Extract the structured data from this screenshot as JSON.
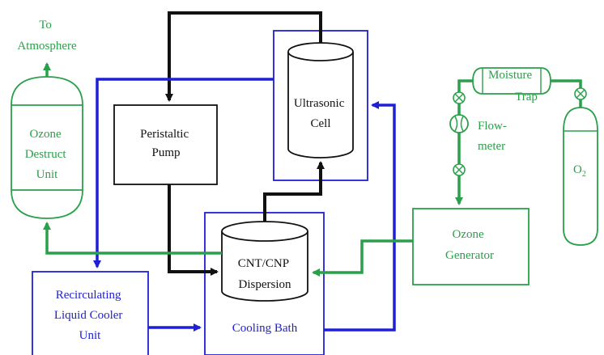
{
  "colors": {
    "black_flow": "#111111",
    "blue_flow": "#1f1fd6",
    "green_flow": "#2aa04a",
    "background": "#ffffff"
  },
  "labels": {
    "to_atmosphere": [
      "To",
      "Atmosphere"
    ],
    "ozone_destruct": [
      "Ozone",
      "Destruct",
      "Unit"
    ],
    "peristaltic_pump": [
      "Peristaltic",
      "Pump"
    ],
    "ultrasonic_cell": [
      "Ultrasonic",
      "Cell"
    ],
    "cnt_dispersion": [
      "CNT/CNP",
      "Dispersion"
    ],
    "cooling_bath": "Cooling Bath",
    "recirculating_cooler": [
      "Recirculating",
      "Liquid Cooler",
      "Unit"
    ],
    "ozone_generator": [
      "Ozone",
      "Generator"
    ],
    "moisture_trap": [
      "Moisture",
      "Trap"
    ],
    "flow_meter": [
      "Flow-",
      "meter"
    ],
    "oxygen": "O",
    "oxygen_subscript": "2"
  }
}
